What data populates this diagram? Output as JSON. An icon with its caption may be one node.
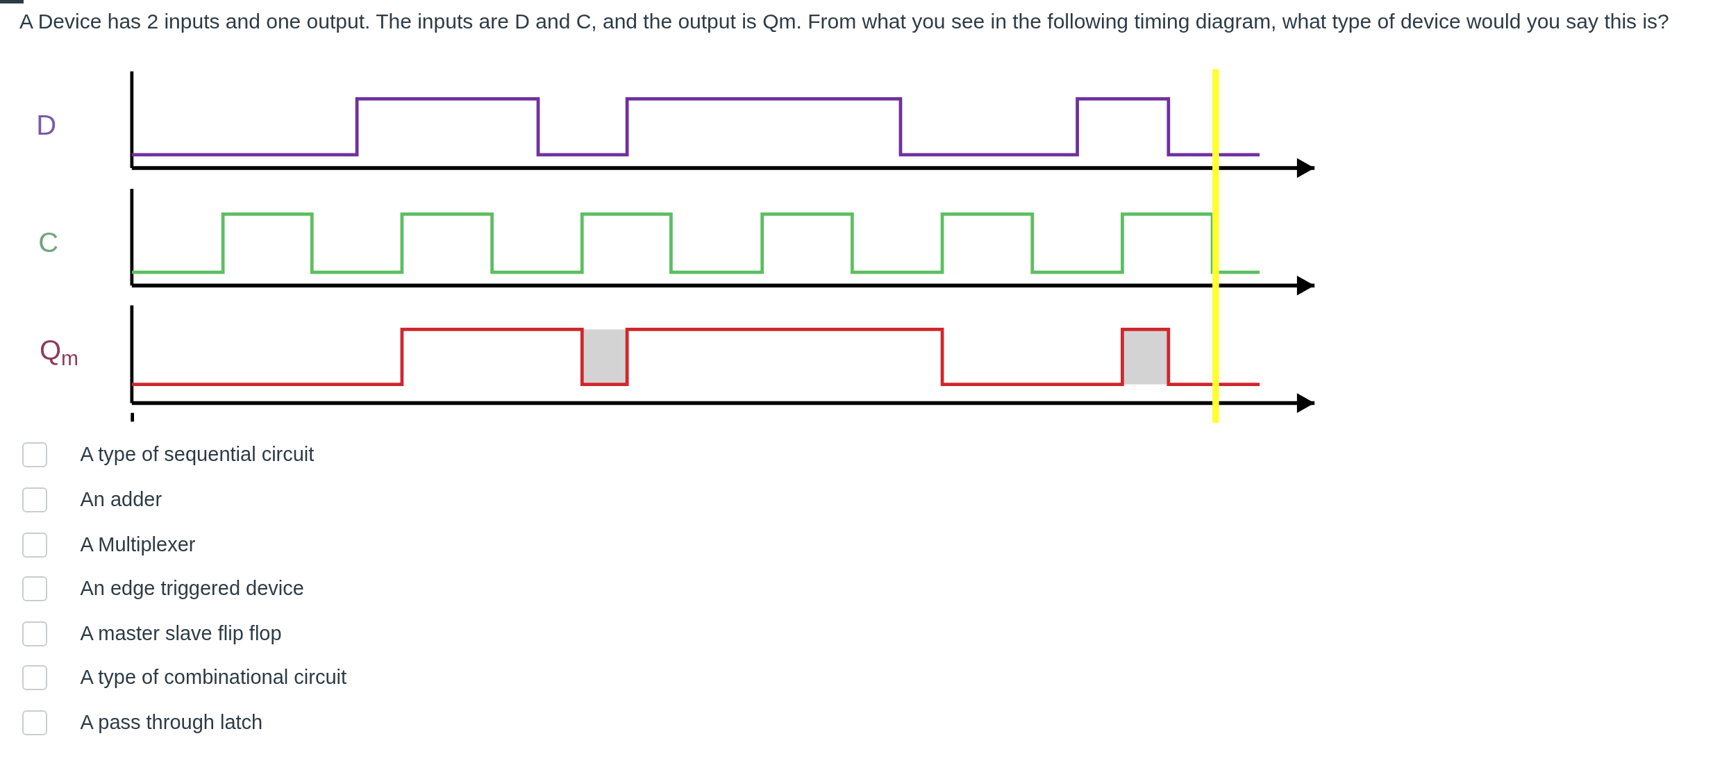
{
  "diagram": {
    "title": "A Device has 2 inputs and one output. The inputs are D and C, and the output is Qm.  From what you see in the following timing diagram, what type of device would you say this is?",
    "labels": [
      "D",
      "C",
      "Q$_{m}$",
      "A type of sequential circuit",
      "An adder",
      "A Multiplexer",
      "An edge triggered device",
      "A master slave flip flop",
      "A type of combinational circuit",
      "A pass through latch"
    ]
  }
}
